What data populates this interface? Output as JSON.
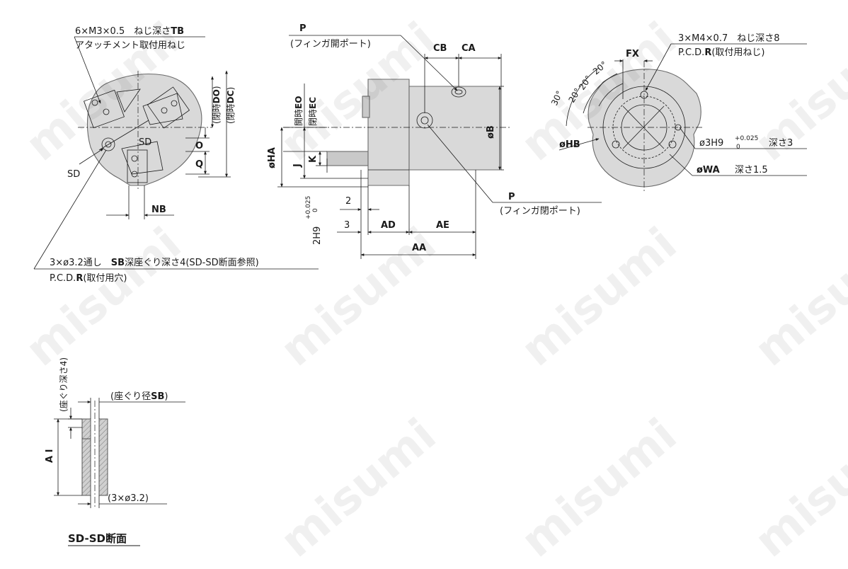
{
  "watermark": "misumi",
  "left_view": {
    "thread_note_line1": "6×M3×0.5　ねじ深さ",
    "thread_note_depth_sym": "TB",
    "thread_note_line2": "アタッチメント取付用ねじ",
    "label_sd_upper": "SD",
    "label_sd_left": "SD",
    "label_o": "O",
    "label_q": "Q",
    "label_nb": "NB",
    "label_do_text": "(閉時",
    "label_do_sym": "DO",
    "label_dc_text": "(閉時",
    "label_dc_sym": "DC",
    "hole_note_pre": "3×ø3.2通し　",
    "hole_note_sym": "SB",
    "hole_note_post": "深座ぐり深さ4(SD-SD断面参照)",
    "pcd_note_pre": "P.C.D.",
    "pcd_note_sym": "R",
    "pcd_note_post": "(取付用穴)"
  },
  "center_view": {
    "port_top_sym": "P",
    "port_top_desc": "(フィンガ開ポート)",
    "port_bottom_sym": "P",
    "port_bottom_desc": "(フィンガ閉ポート)",
    "label_cb": "CB",
    "label_ca": "CA",
    "label_b": "øB",
    "label_ha": "øHA",
    "label_j": "J",
    "label_k": "K",
    "label_eo_text": "開時",
    "label_eo_sym": "EO",
    "label_ec_text": "閉時",
    "label_ec_sym": "EC",
    "label_2": "2",
    "label_3": "3",
    "label_ad": "AD",
    "label_ae": "AE",
    "label_aa": "AA",
    "hole_tol_main": "2H9",
    "hole_tol_upper": "+0.025",
    "hole_tol_lower": "0"
  },
  "right_view": {
    "thread_note": "3×M4×0.7　ねじ深さ8",
    "pcd_pre": "P.C.D.",
    "pcd_sym": "R",
    "pcd_post": "(取付用ねじ)",
    "label_fx": "FX",
    "angle_30": "30°",
    "angle_20a": "20°",
    "angle_20b": "20°",
    "angle_20c": "20°",
    "label_hb": "øHB",
    "hole_main": "ø3H9",
    "hole_upper": "+0.025",
    "hole_lower": "0",
    "hole_depth": "深さ3",
    "label_wa": "øWA",
    "wa_depth": "深さ1.5"
  },
  "section_view": {
    "depth_note": "(座ぐり深さ4)",
    "cb_note_pre": "(座ぐり径",
    "cb_note_sym": "SB",
    "cb_note_post": ")",
    "label_ai": "A I",
    "hole_note": "(3×ø3.2)",
    "title": "SD-SD断面"
  }
}
